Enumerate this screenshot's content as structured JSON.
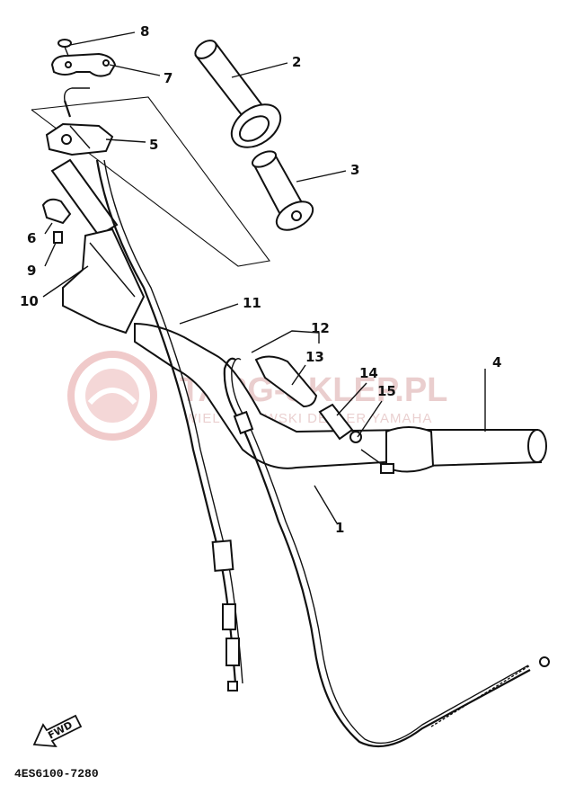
{
  "diagram": {
    "part_labels": [
      {
        "id": "1",
        "text": "1"
      },
      {
        "id": "2",
        "text": "2"
      },
      {
        "id": "3",
        "text": "3"
      },
      {
        "id": "4",
        "text": "4"
      },
      {
        "id": "5",
        "text": "5"
      },
      {
        "id": "6",
        "text": "6"
      },
      {
        "id": "7",
        "text": "7"
      },
      {
        "id": "8",
        "text": "8"
      },
      {
        "id": "9",
        "text": "9"
      },
      {
        "id": "10",
        "text": "10"
      },
      {
        "id": "11",
        "text": "11"
      },
      {
        "id": "12",
        "text": "12"
      },
      {
        "id": "13",
        "text": "13"
      },
      {
        "id": "14",
        "text": "14"
      },
      {
        "id": "15",
        "text": "15"
      }
    ],
    "fwd_label": "FWD",
    "diagram_code": "4ES6100-7280"
  },
  "watermark": {
    "title": "TARG-SKLEP.PL",
    "subtitle": "WIELOCHOWSKI DEALER YAMAHA",
    "color": "#e8c9c9"
  }
}
